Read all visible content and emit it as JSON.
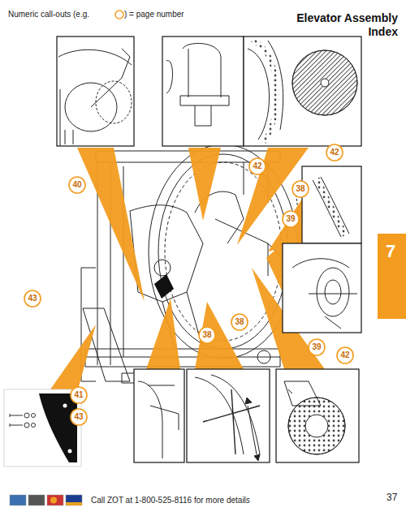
{
  "diagram": {
    "title": "Elevator Assembly Index",
    "nodes": [
      {
        "text": [
          "42"
        ]
      },
      {
        "text": [
          "42"
        ]
      },
      {
        "text": [
          "40"
        ]
      },
      {
        "text": [
          "38"
        ]
      },
      {
        "text": [
          "39"
        ]
      },
      {
        "text": [
          "43"
        ]
      },
      {
        "text": [
          "38"
        ]
      },
      {
        "text": [
          "38"
        ]
      },
      {
        "text": [
          "39"
        ]
      },
      {
        "text": [
          "42"
        ]
      },
      {
        "text": [
          "41"
        ]
      },
      {
        "text": [
          "43"
        ]
      }
    ],
    "labels": [
      "Numeric call-outs (e.g.",
      ") = page number",
      "7",
      "Elevator Assembly",
      "Call ZOT at 1-800-525-8116 for more details",
      "37"
    ]
  }
}
